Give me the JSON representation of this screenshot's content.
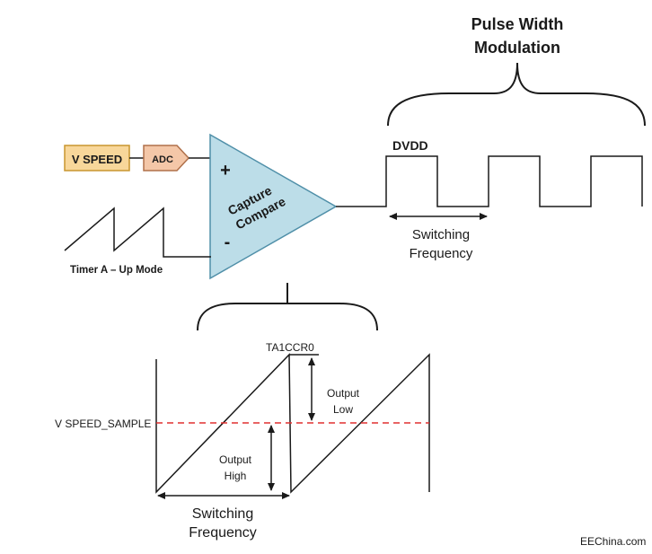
{
  "labels": {
    "pwm_title_line1": "Pulse Width",
    "pwm_title_line2": "Modulation",
    "vspeed_box": "V SPEED",
    "adc_box": "ADC",
    "plus_sign": "+",
    "minus_sign": "-",
    "comparator_line1": "Capture",
    "comparator_line2": "Compare",
    "dvdd": "DVDD",
    "switching_freq_top_line1": "Switching",
    "switching_freq_top_line2": "Frequency",
    "timer_label": "Timer A – Up Mode",
    "ta1ccr0": "TA1CCR0",
    "output_low_line1": "Output",
    "output_low_line2": "Low",
    "vspeed_sample": "V SPEED_SAMPLE",
    "output_high_line1": "Output",
    "output_high_line2": "High",
    "switching_freq_bottom_line1": "Switching",
    "switching_freq_bottom_line2": "Frequency",
    "watermark": "EEChina.com"
  },
  "colors": {
    "vspeed_fill": "#f8d79a",
    "vspeed_stroke": "#c9962f",
    "adc_fill": "#f4c7a8",
    "adc_stroke": "#b0704a",
    "comparator_fill": "#bcdde8",
    "comparator_stroke": "#4f8fa8",
    "threshold_line": "#e03030",
    "line": "#1a1a1a"
  }
}
